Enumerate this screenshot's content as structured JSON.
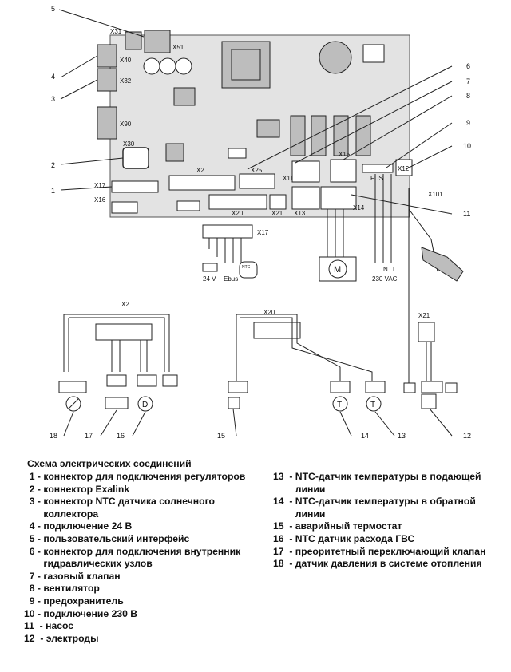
{
  "diagram": {
    "connectors": {
      "x31": "X31",
      "x51": "X51",
      "x40": "X40",
      "x32": "X32",
      "x90": "X90",
      "x30": "X30",
      "x17": "X17",
      "x16": "X16",
      "x2": "X2",
      "x20": "X20",
      "x25": "X25",
      "x21": "X21",
      "x11": "X11",
      "x13": "X13",
      "x14": "X14",
      "x15": "X15",
      "fus": "FUS",
      "x12": "X12",
      "x101": "X101",
      "x17b": "X17",
      "x2b": "X2",
      "x20b": "X20",
      "x21b": "X21"
    },
    "voltage_24": "24 V",
    "ebus": "Ebus",
    "ntc": "NTC",
    "mains_n": "N",
    "mains_l": "L",
    "mains_v": "230 VAC",
    "motor": "M",
    "sensor_t": "T",
    "sensor_d": "D",
    "callouts": [
      "1",
      "2",
      "3",
      "4",
      "5",
      "6",
      "7",
      "8",
      "9",
      "10",
      "11",
      "12",
      "13",
      "14",
      "15",
      "16",
      "17",
      "18"
    ]
  },
  "legend": {
    "title": "Схема электрических соединений",
    "left": [
      {
        "n": "  1 - ",
        "t": "коннектор для подключения регуляторов"
      },
      {
        "n": "  2 - ",
        "t": "коннектор Exalink"
      },
      {
        "n": "  3 - ",
        "t": "коннектор NTC датчика солнечного коллектора"
      },
      {
        "n": "  4 - ",
        "t": "подключение 24 В"
      },
      {
        "n": "  5 - ",
        "t": "пользовательский интерфейс"
      },
      {
        "n": "  6 - ",
        "t": "коннектор для подключения внутренник гидравлических узлов"
      },
      {
        "n": "  7 - ",
        "t": "газовый клапан"
      },
      {
        "n": "  8 - ",
        "t": "вентилятор"
      },
      {
        "n": "  9 - ",
        "t": "предохранитель"
      },
      {
        "n": "10 - ",
        "t": "подключение 230 В"
      },
      {
        "n": "11  - ",
        "t": "насос"
      },
      {
        "n": "12  - ",
        "t": "электроды"
      }
    ],
    "right": [
      {
        "n": "13  - ",
        "t": "NTC-датчик температуры в подающей линии"
      },
      {
        "n": "14  - ",
        "t": "NTC-датчик температуры в обратной линии"
      },
      {
        "n": "15  - ",
        "t": "аварийный термостат"
      },
      {
        "n": "16  - ",
        "t": "NTC датчик расхода ГВС"
      },
      {
        "n": "17  - ",
        "t": "преоритетный переключающий клапан"
      },
      {
        "n": "18  - ",
        "t": "датчик давления в системе отопления"
      }
    ]
  }
}
